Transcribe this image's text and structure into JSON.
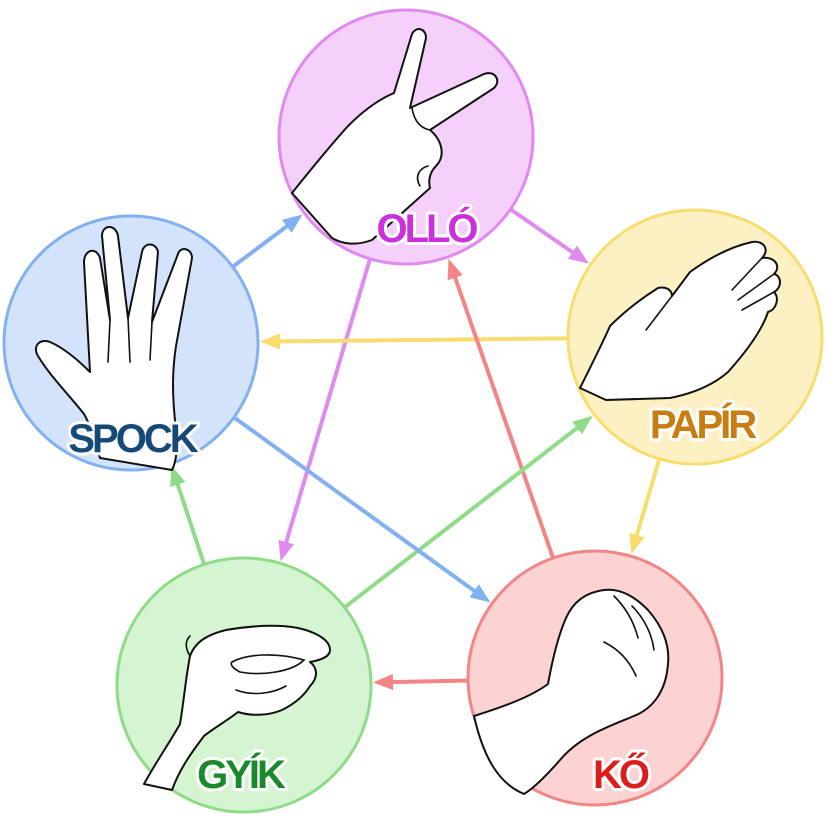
{
  "nodes": [
    {
      "id": "ollo",
      "label": "OLLÓ",
      "fill": "#f4d0fb",
      "stroke": "#e08af0",
      "text_fill": "#cc30dd"
    },
    {
      "id": "papir",
      "label": "PAPÍR",
      "fill": "#fdf1c4",
      "stroke": "#f8dd6e",
      "text_fill": "#c97d10"
    },
    {
      "id": "ko",
      "label": "KŐ",
      "fill": "#fdd2d2",
      "stroke": "#f28585",
      "text_fill": "#dd1c1c"
    },
    {
      "id": "gyik",
      "label": "GYÍK",
      "fill": "#d5f5d2",
      "stroke": "#8fdc88",
      "text_fill": "#178a2a"
    },
    {
      "id": "spock",
      "label": "SPOCK",
      "fill": "#d3e3fc",
      "stroke": "#83b0f0",
      "text_fill": "#154a78"
    }
  ],
  "edges": [
    {
      "from": "ollo",
      "to": "papir",
      "color": "#e08af0"
    },
    {
      "from": "ollo",
      "to": "gyik",
      "color": "#e08af0"
    },
    {
      "from": "papir",
      "to": "spock",
      "color": "#f8dd6e"
    },
    {
      "from": "papir",
      "to": "ko",
      "color": "#f8dd6e"
    },
    {
      "from": "ko",
      "to": "ollo",
      "color": "#f28585"
    },
    {
      "from": "ko",
      "to": "gyik",
      "color": "#f28585"
    },
    {
      "from": "gyik",
      "to": "papir",
      "color": "#8fdc88"
    },
    {
      "from": "gyik",
      "to": "spock",
      "color": "#8fdc88"
    },
    {
      "from": "spock",
      "to": "ollo",
      "color": "#83b0f0"
    },
    {
      "from": "spock",
      "to": "ko",
      "color": "#83b0f0"
    }
  ],
  "icons": {
    "ollo": "scissors-hand-icon",
    "papir": "paper-hand-icon",
    "ko": "rock-fist-icon",
    "gyik": "lizard-hand-icon",
    "spock": "vulcan-salute-icon"
  }
}
